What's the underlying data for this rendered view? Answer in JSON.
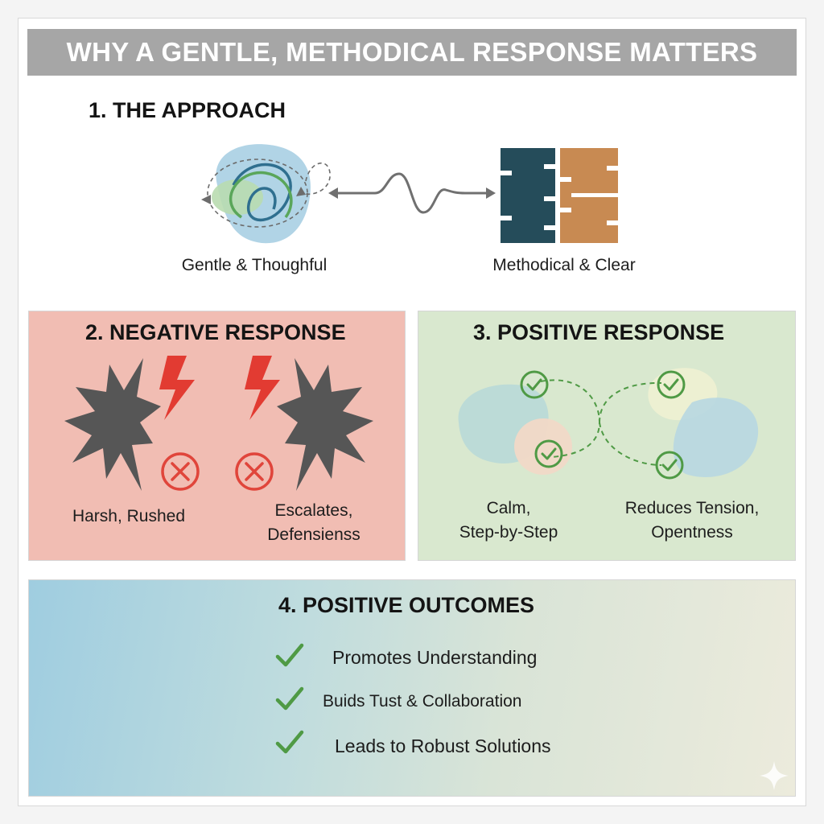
{
  "banner": {
    "title": "WHY A GENTLE, METHODICAL RESPONSE MATTERS"
  },
  "approach": {
    "title": "1. THE APPROACH",
    "left_caption": "Gentle & Thoughful",
    "right_caption": "Methodical & Clear"
  },
  "negative": {
    "title": "2. NEGATIVE RESPONSE",
    "left_caption": "Harsh, Rushed",
    "right_caption_line1": "Escalates,",
    "right_caption_line2": "Defensienss"
  },
  "positive": {
    "title": "3. POSITIVE RESPONSE",
    "left_caption_line1": "Calm,",
    "left_caption_line2": "Step-by-Step",
    "right_caption_line1": "Reduces Tension,",
    "right_caption_line2": "Opentness"
  },
  "outcomes": {
    "title": "4. POSITIVE OUTCOMES",
    "items": [
      "Promotes Understanding",
      "Buids Tust & Collaboration",
      "Leads to Robust Solutions"
    ]
  },
  "colors": {
    "banner": "#a6a6a6",
    "negative_panel": "#f1bdb3",
    "positive_panel": "#d9e8cf",
    "check_green": "#4f9a45",
    "lightning_red": "#e23b32",
    "burst_gray": "#565656",
    "block_teal": "#254c5a",
    "block_orange": "#c88a52"
  }
}
